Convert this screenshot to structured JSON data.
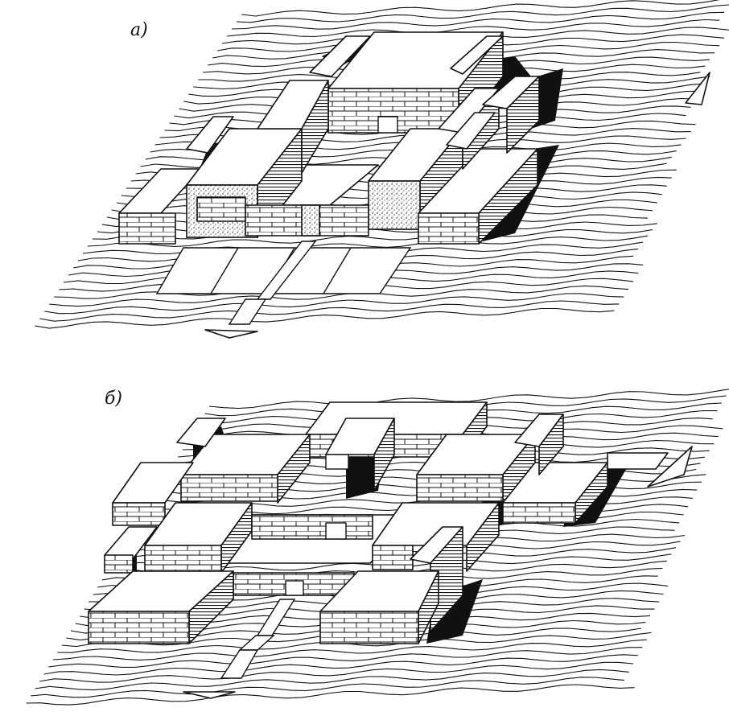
{
  "figure": {
    "panels": [
      {
        "id": "a",
        "label": "а)"
      },
      {
        "id": "b",
        "label": "б)"
      }
    ],
    "icons": [
      "north-arrow-icon",
      "entrance-arrow-icon"
    ],
    "colors": {
      "ink": "#111111",
      "paper": "#ffffff"
    }
  }
}
